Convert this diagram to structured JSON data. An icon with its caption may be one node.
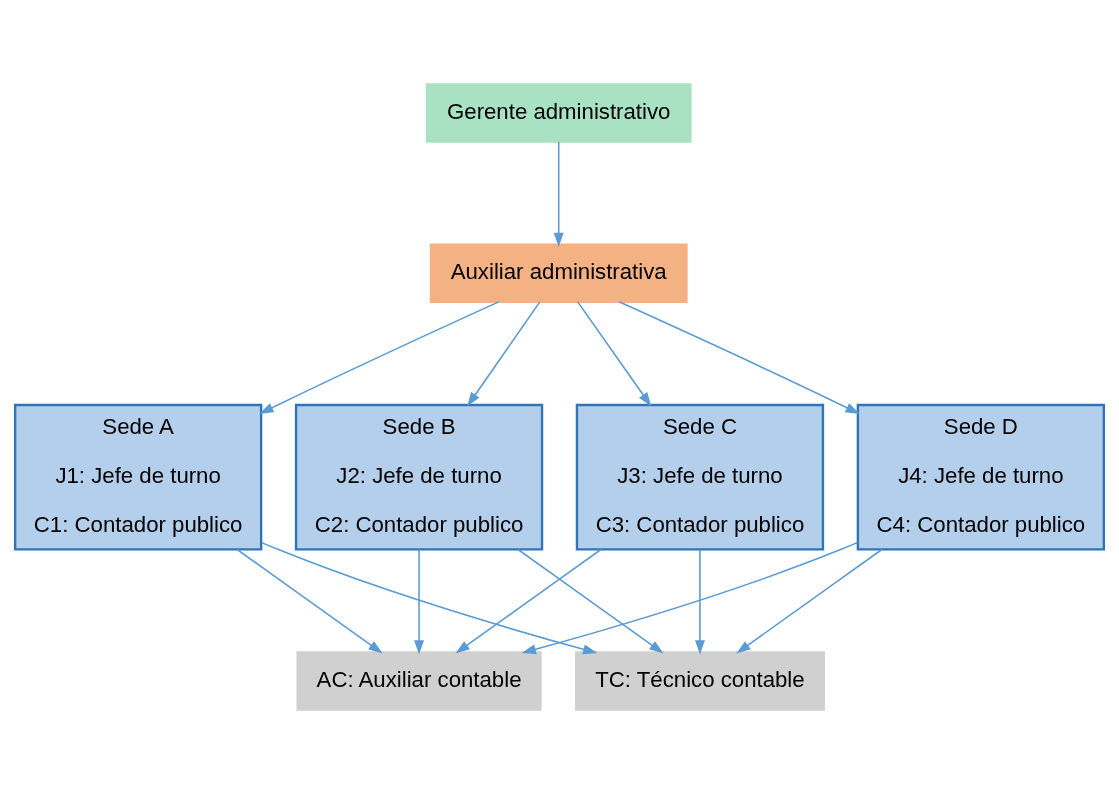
{
  "diagram": {
    "nodes": [
      {
        "text": [
          "Gerente administrativo"
        ]
      },
      {
        "text": [
          "Auxiliar administrativa"
        ]
      },
      {
        "text": [
          "Sede A",
          "J1: Jefe de turno",
          "C1: Contador publico"
        ]
      },
      {
        "text": [
          "Sede B",
          "J2: Jefe de turno",
          "C2: Contador publico"
        ]
      },
      {
        "text": [
          "Sede C",
          "J3: Jefe de turno",
          "C3: Contador publico"
        ]
      },
      {
        "text": [
          "Sede D",
          "J4: Jefe de turno",
          "C4: Contador publico"
        ]
      },
      {
        "text": [
          "AC: Auxiliar contable"
        ]
      },
      {
        "text": [
          "TC: Técnico contable"
        ]
      }
    ],
    "edges": [
      {
        "from": 0,
        "to": 1,
        "arrow": "to"
      },
      {
        "from": 1,
        "to": 2,
        "arrow": "to"
      },
      {
        "from": 1,
        "to": 3,
        "arrow": "to"
      },
      {
        "from": 1,
        "to": 4,
        "arrow": "to"
      },
      {
        "from": 1,
        "to": 5,
        "arrow": "to"
      },
      {
        "from": 2,
        "to": 6,
        "arrow": "to"
      },
      {
        "from": 3,
        "to": 6,
        "arrow": "to"
      },
      {
        "from": 4,
        "to": 6,
        "arrow": "to"
      },
      {
        "from": 5,
        "to": 6,
        "arrow": "to"
      },
      {
        "from": 2,
        "to": 7,
        "arrow": "to"
      },
      {
        "from": 3,
        "to": 7,
        "arrow": "to"
      },
      {
        "from": 4,
        "to": 7,
        "arrow": "to"
      },
      {
        "from": 5,
        "to": 7,
        "arrow": "to"
      }
    ]
  }
}
